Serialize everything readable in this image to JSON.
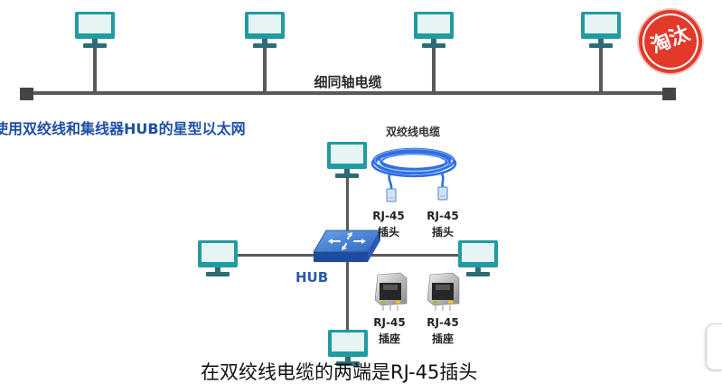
{
  "bus_network": {
    "cable_label": "细同轴电缆",
    "stamp_text": "淘汰"
  },
  "star_network": {
    "heading": "使用双绞线和集线器HUB的星型以太网",
    "hub_label": "HUB",
    "cable_title": "双绞线电缆",
    "plugs": [
      {
        "model": "RJ-45",
        "type": "插头"
      },
      {
        "model": "RJ-45",
        "type": "插头"
      }
    ],
    "sockets": [
      {
        "model": "RJ-45",
        "type": "插座"
      },
      {
        "model": "RJ-45",
        "type": "插座"
      }
    ]
  },
  "caption": "在双绞线电缆的两端是RJ-45插头",
  "icons": {
    "computer": "computer-icon",
    "hub": "hub-icon",
    "cable": "twisted-pair-cable-icon",
    "socket": "rj45-socket-icon",
    "terminator": "terminator-icon",
    "stamp": "obsolete-stamp"
  },
  "colors": {
    "heading_blue": "#1f4fa8",
    "stamp_red": "#e3392b",
    "cable_blue": "#2f6fe0",
    "device_teal": "#1f9ba1"
  }
}
